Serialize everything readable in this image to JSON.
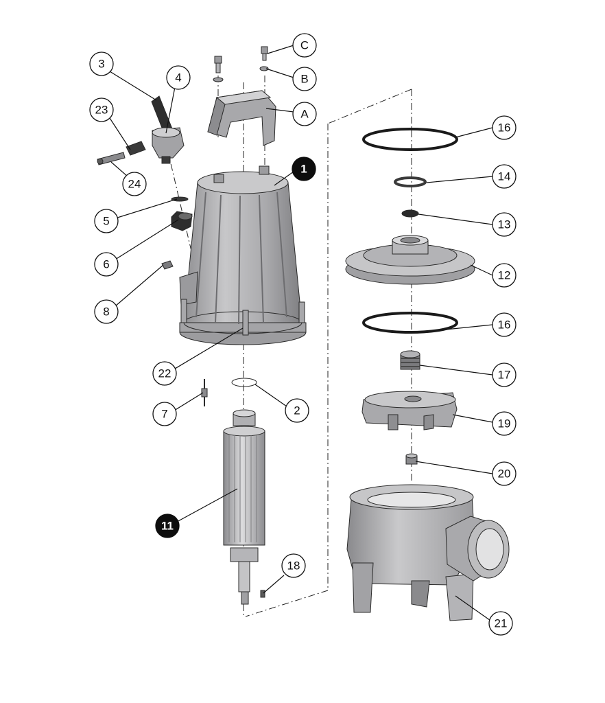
{
  "callouts": {
    "c1": "1",
    "c2": "2",
    "c3": "3",
    "c4": "4",
    "c5": "5",
    "c6": "6",
    "c7": "7",
    "c8": "8",
    "c11": "11",
    "c12": "12",
    "c13": "13",
    "c14": "14",
    "c16a": "16",
    "c16b": "16",
    "c17": "17",
    "c18": "18",
    "c19": "19",
    "c20": "20",
    "c21": "21",
    "c22": "22",
    "c23": "23",
    "c24": "24",
    "cA": "A",
    "cB": "B",
    "cC": "C"
  },
  "colors": {
    "outline": "#111111",
    "part_fill": "#b9b9bb",
    "part_shade": "#8e8e91",
    "part_light": "#d9d9db",
    "dark_part": "#2b2b2b",
    "callout_dark": "#0d0d0d"
  }
}
